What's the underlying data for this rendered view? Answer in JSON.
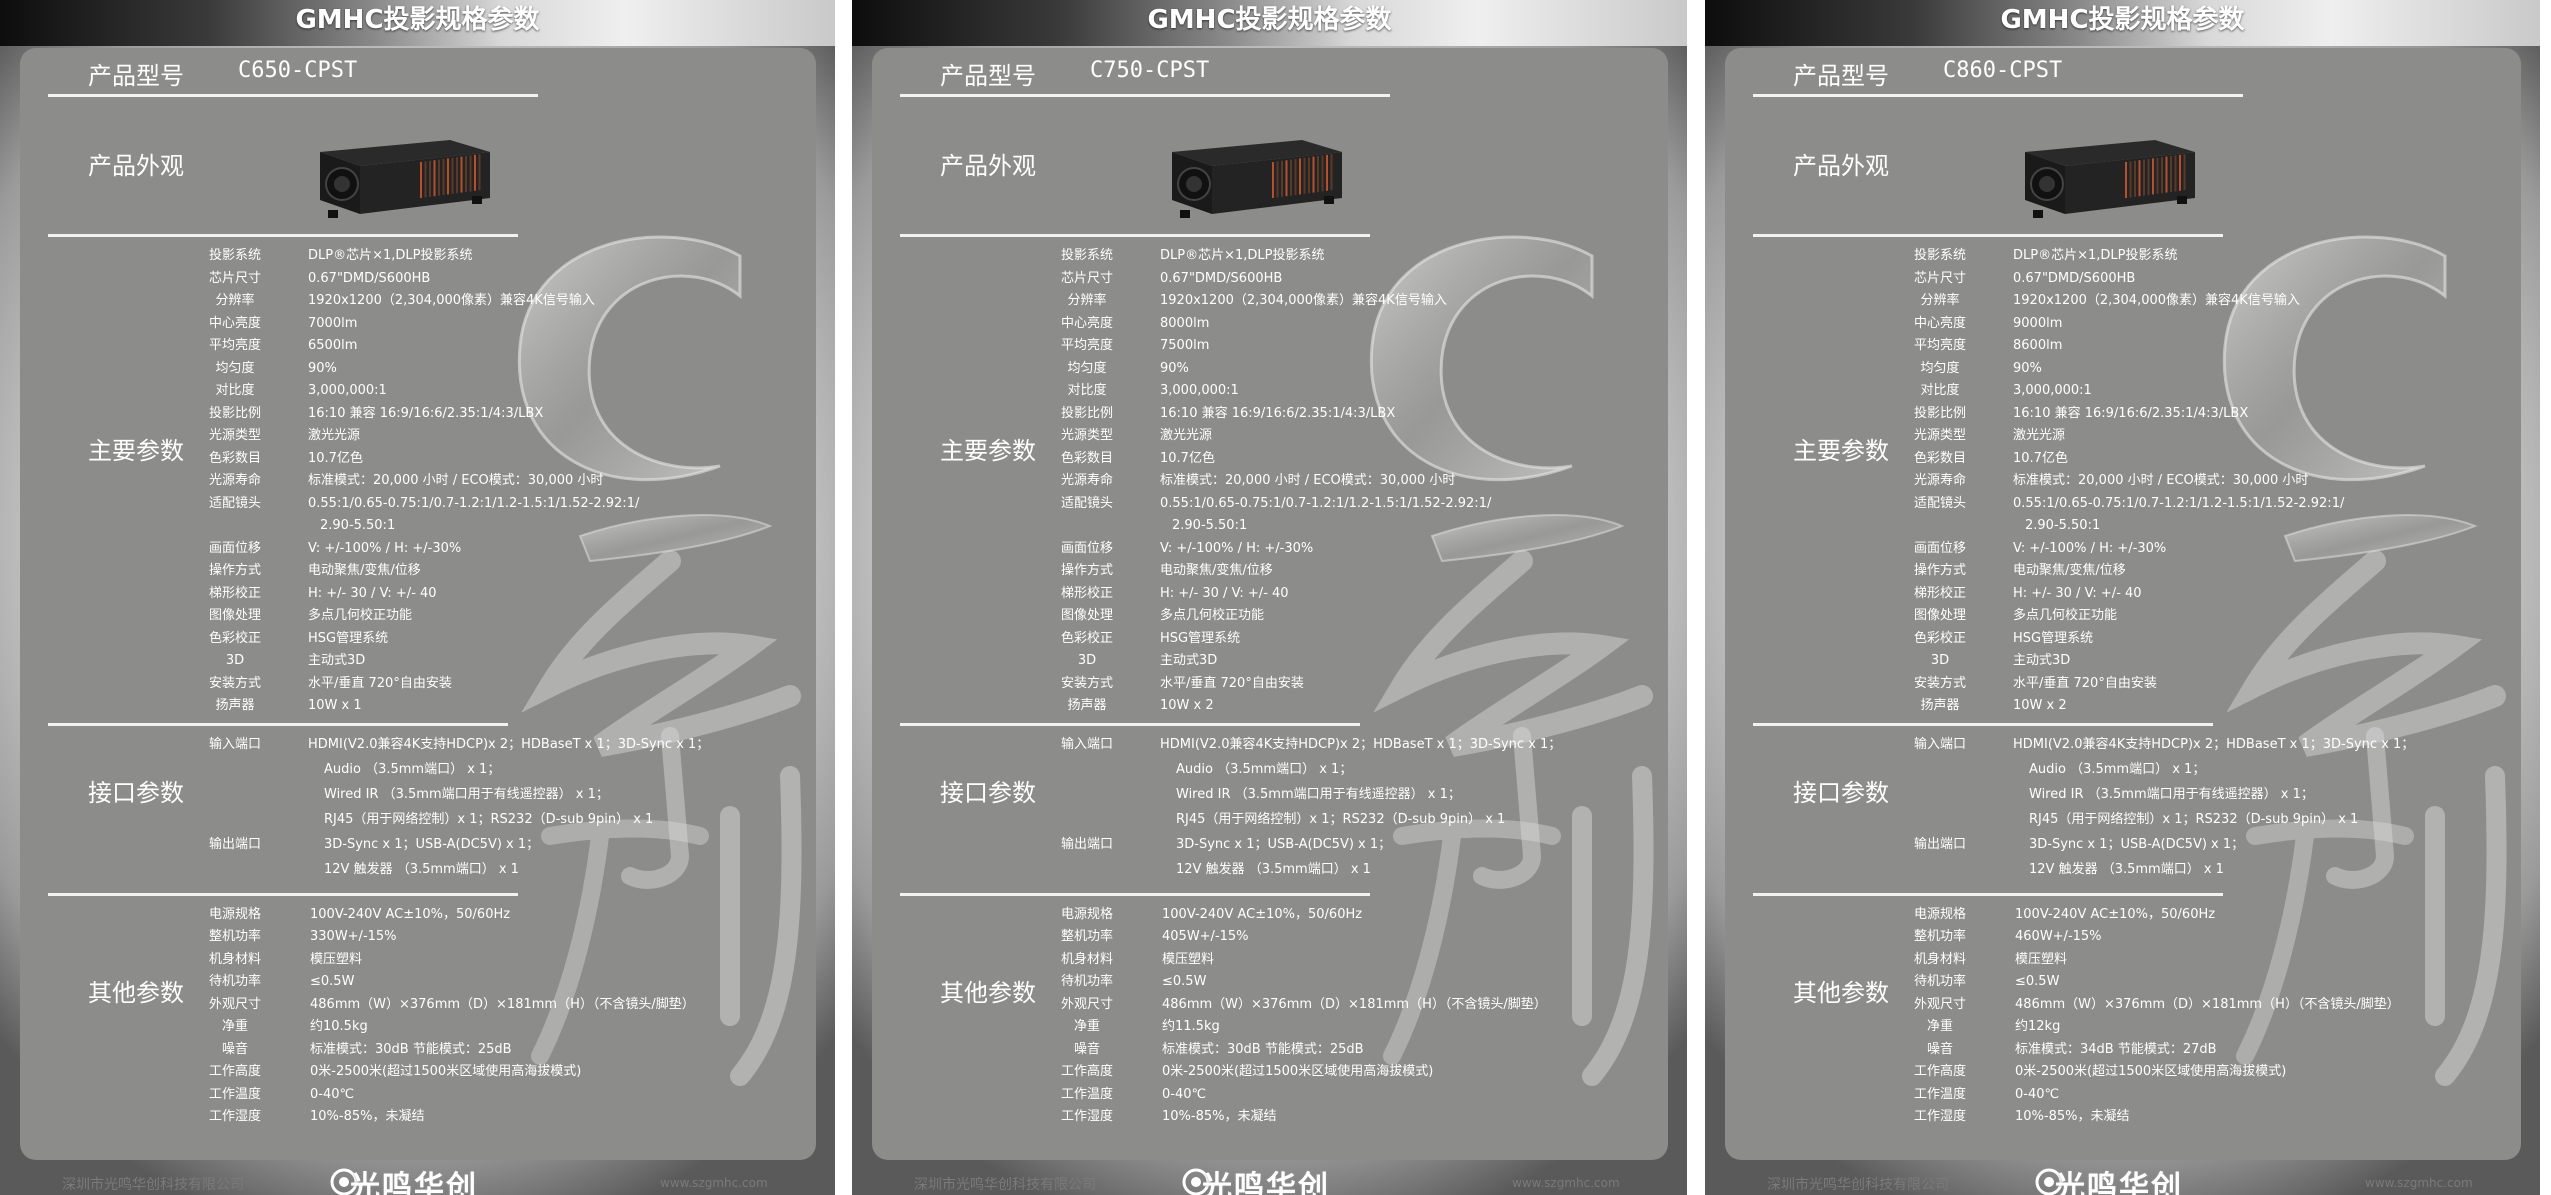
{
  "sheets": [
    {
      "title": "GMHC投影规格参数",
      "model_label": "产品型号",
      "model": "C650-CPST",
      "appearance_label": "产品外观",
      "main_label": "主要参数",
      "interface_label": "接口参数",
      "other_label": "其他参数",
      "main": [
        {
          "k": "投影系统",
          "v": "DLP®芯片×1,DLP投影系统"
        },
        {
          "k": "芯片尺寸",
          "v": "0.67\"DMD/S600HB"
        },
        {
          "k": "分辨率",
          "v": "1920x1200（2,304,000像素）兼容4K信号输入"
        },
        {
          "k": "中心亮度",
          "v": "7000lm"
        },
        {
          "k": "平均亮度",
          "v": "6500lm"
        },
        {
          "k": "均匀度",
          "v": "90%"
        },
        {
          "k": "对比度",
          "v": "3,000,000:1"
        },
        {
          "k": "投影比例",
          "v": "16:10 兼容 16:9/16:6/2.35:1/4:3/LBX"
        },
        {
          "k": "光源类型",
          "v": "激光光源"
        },
        {
          "k": "色彩数目",
          "v": "10.7亿色"
        },
        {
          "k": "光源寿命",
          "v": "标准模式：20,000 小时 / ECO模式：30,000 小时"
        },
        {
          "k": "适配镜头",
          "v": "0.55:1/0.65-0.75:1/0.7-1.2:1/1.2-1.5:1/1.52-2.92:1/"
        },
        {
          "k": "",
          "v": "2.90-5.50:1"
        },
        {
          "k": "画面位移",
          "v": "V: +/-100% / H: +/-30%"
        },
        {
          "k": "操作方式",
          "v": "电动聚焦/变焦/位移"
        },
        {
          "k": "梯形校正",
          "v": "H: +/- 30 / V: +/- 40"
        },
        {
          "k": "图像处理",
          "v": "多点几何校正功能"
        },
        {
          "k": "色彩校正",
          "v": "HSG管理系统"
        },
        {
          "k": "3D",
          "v": "主动式3D"
        },
        {
          "k": "安装方式",
          "v": "水平/垂直 720°自由安装"
        },
        {
          "k": "扬声器",
          "v": "10W x 1"
        }
      ],
      "interface": [
        {
          "k": "输入端口",
          "v": "HDMI(V2.0兼容4K支持HDCP)x 2；HDBaseT x 1；3D-Sync  x 1；"
        },
        {
          "k": "",
          "v": "Audio （3.5mm端口） x 1；"
        },
        {
          "k": "",
          "v": "Wired IR （3.5mm端口用于有线遥控器） x 1；"
        },
        {
          "k": "",
          "v": "RJ45（用于网络控制）x 1；RS232（D-sub 9pin） x 1"
        },
        {
          "k": "输出端口",
          "v": "3D-Sync  x 1；USB-A(DC5V)  x 1；"
        },
        {
          "k": "",
          "v": "12V 触发器 （3.5mm端口） x 1"
        }
      ],
      "other": [
        {
          "k": "电源规格",
          "v": "100V-240V  AC±10%，50/60Hz"
        },
        {
          "k": "整机功率",
          "v": "330W+/-15%"
        },
        {
          "k": "机身材料",
          "v": "模压塑料"
        },
        {
          "k": "待机功率",
          "v": "≤0.5W"
        },
        {
          "k": "外观尺寸",
          "v": "486mm（W）×376mm（D）×181mm（H）（不含镜头/脚垫）"
        },
        {
          "k": "净重",
          "v": "约10.5kg"
        },
        {
          "k": "噪音",
          "v": "标准模式：30dB  节能模式：25dB"
        },
        {
          "k": "工作高度",
          "v": "0米-2500米(超过1500米区域使用高海拔模式)"
        },
        {
          "k": "工作温度",
          "v": "0-40℃"
        },
        {
          "k": "工作湿度",
          "v": "10%-85%，未凝结"
        }
      ],
      "footer_company": "深圳市光鸣华创科技有限公司",
      "footer_logo": "光鸣华创",
      "footer_url": "www.szgmhc.com"
    },
    {
      "title": "GMHC投影规格参数",
      "model_label": "产品型号",
      "model": "C750-CPST",
      "appearance_label": "产品外观",
      "main_label": "主要参数",
      "interface_label": "接口参数",
      "other_label": "其他参数",
      "main": [
        {
          "k": "投影系统",
          "v": "DLP®芯片×1,DLP投影系统"
        },
        {
          "k": "芯片尺寸",
          "v": "0.67\"DMD/S600HB"
        },
        {
          "k": "分辨率",
          "v": "1920x1200（2,304,000像素）兼容4K信号输入"
        },
        {
          "k": "中心亮度",
          "v": "8000lm"
        },
        {
          "k": "平均亮度",
          "v": "7500lm"
        },
        {
          "k": "均匀度",
          "v": "90%"
        },
        {
          "k": "对比度",
          "v": "3,000,000:1"
        },
        {
          "k": "投影比例",
          "v": "16:10 兼容 16:9/16:6/2.35:1/4:3/LBX"
        },
        {
          "k": "光源类型",
          "v": "激光光源"
        },
        {
          "k": "色彩数目",
          "v": "10.7亿色"
        },
        {
          "k": "光源寿命",
          "v": "标准模式：20,000 小时 / ECO模式：30,000 小时"
        },
        {
          "k": "适配镜头",
          "v": "0.55:1/0.65-0.75:1/0.7-1.2:1/1.2-1.5:1/1.52-2.92:1/"
        },
        {
          "k": "",
          "v": "2.90-5.50:1"
        },
        {
          "k": "画面位移",
          "v": "V: +/-100% / H: +/-30%"
        },
        {
          "k": "操作方式",
          "v": "电动聚焦/变焦/位移"
        },
        {
          "k": "梯形校正",
          "v": "H: +/- 30 / V: +/- 40"
        },
        {
          "k": "图像处理",
          "v": "多点几何校正功能"
        },
        {
          "k": "色彩校正",
          "v": "HSG管理系统"
        },
        {
          "k": "3D",
          "v": "主动式3D"
        },
        {
          "k": "安装方式",
          "v": "水平/垂直 720°自由安装"
        },
        {
          "k": "扬声器",
          "v": "10W x 2"
        }
      ],
      "interface": [
        {
          "k": "输入端口",
          "v": "HDMI(V2.0兼容4K支持HDCP)x 2；HDBaseT x 1；3D-Sync  x 1；"
        },
        {
          "k": "",
          "v": "Audio （3.5mm端口） x 1；"
        },
        {
          "k": "",
          "v": "Wired IR （3.5mm端口用于有线遥控器） x 1；"
        },
        {
          "k": "",
          "v": "RJ45（用于网络控制）x 1；RS232（D-sub 9pin） x 1"
        },
        {
          "k": "输出端口",
          "v": "3D-Sync  x 1；USB-A(DC5V)  x 1；"
        },
        {
          "k": "",
          "v": "12V 触发器 （3.5mm端口） x 1"
        }
      ],
      "other": [
        {
          "k": "电源规格",
          "v": "100V-240V  AC±10%，50/60Hz"
        },
        {
          "k": "整机功率",
          "v": "405W+/-15%"
        },
        {
          "k": "机身材料",
          "v": "模压塑料"
        },
        {
          "k": "待机功率",
          "v": "≤0.5W"
        },
        {
          "k": "外观尺寸",
          "v": "486mm（W）×376mm（D）×181mm（H）（不含镜头/脚垫）"
        },
        {
          "k": "净重",
          "v": "约11.5kg"
        },
        {
          "k": "噪音",
          "v": "标准模式：30dB  节能模式：25dB"
        },
        {
          "k": "工作高度",
          "v": "0米-2500米(超过1500米区域使用高海拔模式)"
        },
        {
          "k": "工作温度",
          "v": "0-40℃"
        },
        {
          "k": "工作湿度",
          "v": "10%-85%，未凝结"
        }
      ],
      "footer_company": "深圳市光鸣华创科技有限公司",
      "footer_logo": "光鸣华创",
      "footer_url": "www.szgmhc.com"
    },
    {
      "title": "GMHC投影规格参数",
      "model_label": "产品型号",
      "model": "C860-CPST",
      "appearance_label": "产品外观",
      "main_label": "主要参数",
      "interface_label": "接口参数",
      "other_label": "其他参数",
      "main": [
        {
          "k": "投影系统",
          "v": "DLP®芯片×1,DLP投影系统"
        },
        {
          "k": "芯片尺寸",
          "v": "0.67\"DMD/S600HB"
        },
        {
          "k": "分辨率",
          "v": "1920x1200（2,304,000像素）兼容4K信号输入"
        },
        {
          "k": "中心亮度",
          "v": "9000lm"
        },
        {
          "k": "平均亮度",
          "v": "8600lm"
        },
        {
          "k": "均匀度",
          "v": "90%"
        },
        {
          "k": "对比度",
          "v": "3,000,000:1"
        },
        {
          "k": "投影比例",
          "v": "16:10 兼容 16:9/16:6/2.35:1/4:3/LBX"
        },
        {
          "k": "光源类型",
          "v": "激光光源"
        },
        {
          "k": "色彩数目",
          "v": "10.7亿色"
        },
        {
          "k": "光源寿命",
          "v": "标准模式：20,000 小时 / ECO模式：30,000 小时"
        },
        {
          "k": "适配镜头",
          "v": "0.55:1/0.65-0.75:1/0.7-1.2:1/1.2-1.5:1/1.52-2.92:1/"
        },
        {
          "k": "",
          "v": "2.90-5.50:1"
        },
        {
          "k": "画面位移",
          "v": "V: +/-100% / H: +/-30%"
        },
        {
          "k": "操作方式",
          "v": "电动聚焦/变焦/位移"
        },
        {
          "k": "梯形校正",
          "v": "H: +/- 30 / V: +/- 40"
        },
        {
          "k": "图像处理",
          "v": "多点几何校正功能"
        },
        {
          "k": "色彩校正",
          "v": "HSG管理系统"
        },
        {
          "k": "3D",
          "v": "主动式3D"
        },
        {
          "k": "安装方式",
          "v": "水平/垂直 720°自由安装"
        },
        {
          "k": "扬声器",
          "v": "10W x 2"
        }
      ],
      "interface": [
        {
          "k": "输入端口",
          "v": "HDMI(V2.0兼容4K支持HDCP)x 2；HDBaseT x 1；3D-Sync  x 1；"
        },
        {
          "k": "",
          "v": "Audio （3.5mm端口） x 1；"
        },
        {
          "k": "",
          "v": "Wired IR （3.5mm端口用于有线遥控器） x 1；"
        },
        {
          "k": "",
          "v": "RJ45（用于网络控制）x 1；RS232（D-sub 9pin） x 1"
        },
        {
          "k": "输出端口",
          "v": "3D-Sync  x 1；USB-A(DC5V)  x 1；"
        },
        {
          "k": "",
          "v": "12V 触发器 （3.5mm端口） x 1"
        }
      ],
      "other": [
        {
          "k": "电源规格",
          "v": "100V-240V  AC±10%，50/60Hz"
        },
        {
          "k": "整机功率",
          "v": "460W+/-15%"
        },
        {
          "k": "机身材料",
          "v": "模压塑料"
        },
        {
          "k": "待机功率",
          "v": "≤0.5W"
        },
        {
          "k": "外观尺寸",
          "v": "486mm（W）×376mm（D）×181mm（H）（不含镜头/脚垫）"
        },
        {
          "k": "净重",
          "v": "约12kg"
        },
        {
          "k": "噪音",
          "v": "标准模式：34dB  节能模式：27dB"
        },
        {
          "k": "工作高度",
          "v": "0米-2500米(超过1500米区域使用高海拔模式)"
        },
        {
          "k": "工作温度",
          "v": "0-40℃"
        },
        {
          "k": "工作湿度",
          "v": "10%-85%，未凝结"
        }
      ],
      "footer_company": "深圳市光鸣华创科技有限公司",
      "footer_logo": "光鸣华创",
      "footer_url": "www.szgmhc.com"
    }
  ],
  "colors": {
    "panel": "#8c8d8a",
    "text": "#ffffff",
    "rule": "#f2f2f2",
    "footer_text": "#7a7a7a"
  },
  "icons": {
    "product": "projector-image",
    "watermark": "c-series-glass-watermark",
    "logo": "gmhc-logo"
  }
}
